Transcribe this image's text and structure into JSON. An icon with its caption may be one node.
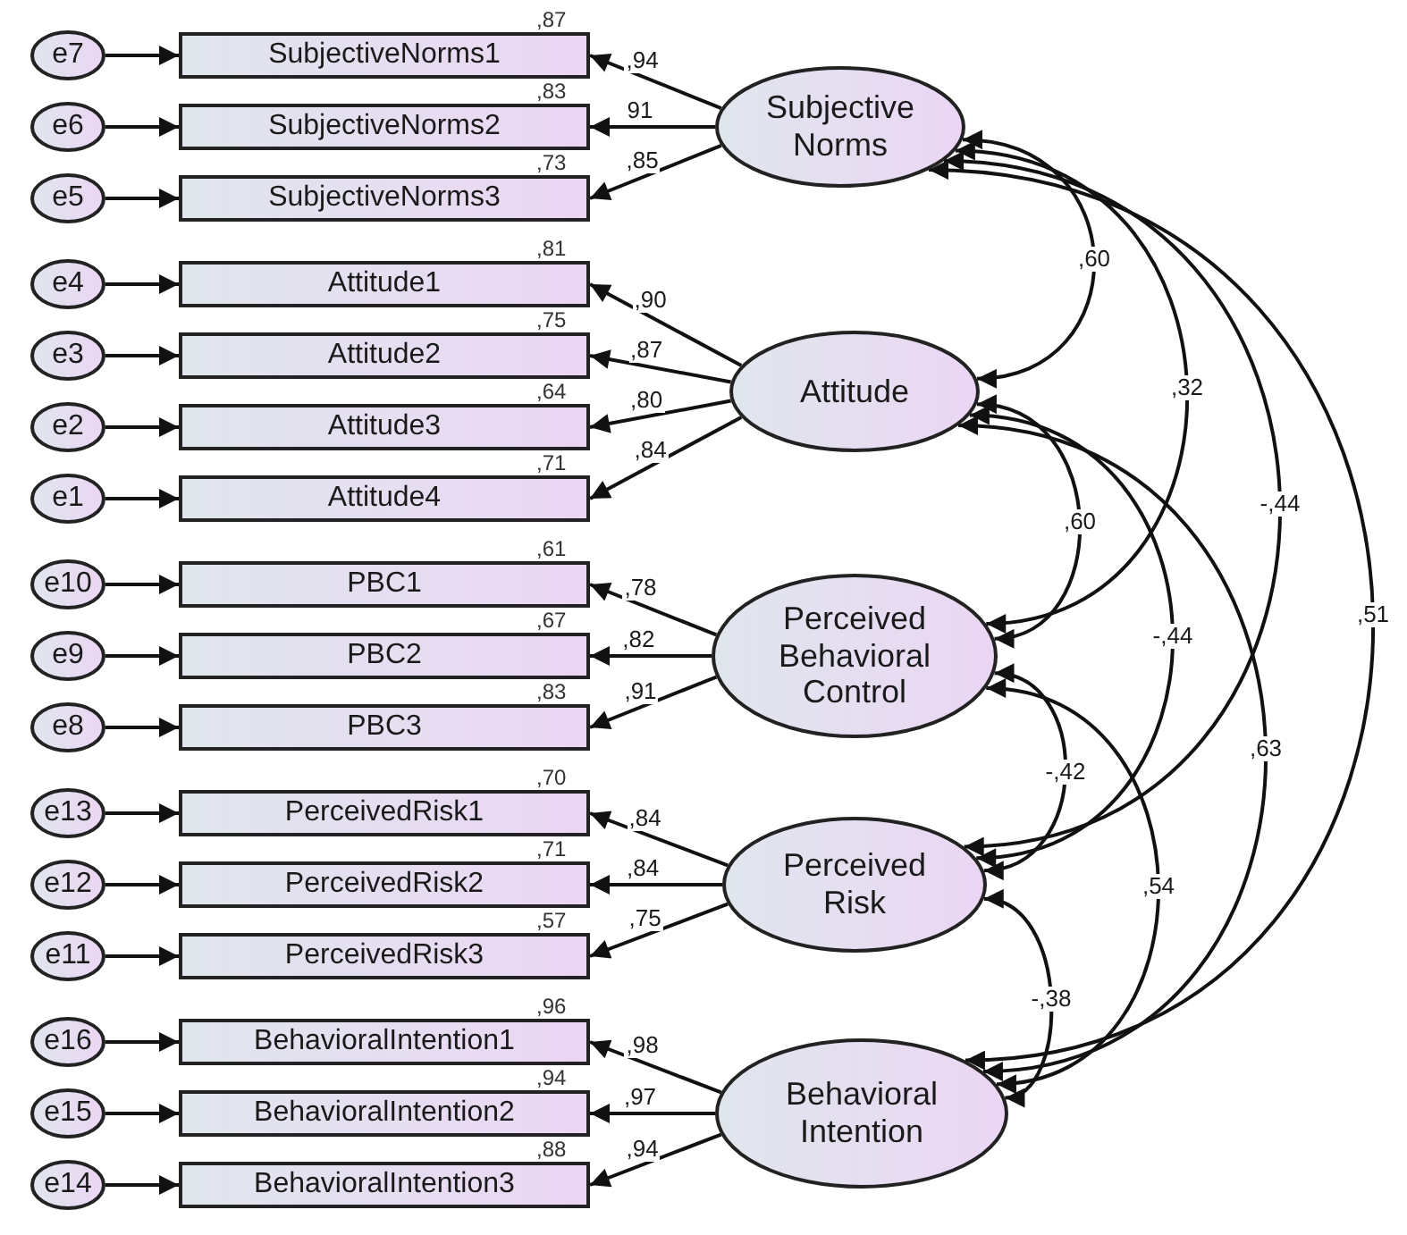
{
  "diagram": {
    "nodes": [
      {
        "text": [
          "Subjective Norms"
        ]
      },
      {
        "text": [
          "Attitude"
        ]
      },
      {
        "text": [
          "Perceived Behavioral Control"
        ]
      },
      {
        "text": [
          "Perceived Risk"
        ]
      },
      {
        "text": [
          "Behavioral Intention"
        ]
      },
      {
        "text": [
          "SubjectiveNorms1"
        ],
        "beside": [
          ",87"
        ]
      },
      {
        "text": [
          "SubjectiveNorms2"
        ],
        "beside": [
          ",83"
        ]
      },
      {
        "text": [
          "SubjectiveNorms3"
        ],
        "beside": [
          ",73"
        ]
      },
      {
        "text": [
          "Attitude1"
        ],
        "beside": [
          ",81"
        ]
      },
      {
        "text": [
          "Attitude2"
        ],
        "beside": [
          ",75"
        ]
      },
      {
        "text": [
          "Attitude3"
        ],
        "beside": [
          ",64"
        ]
      },
      {
        "text": [
          "Attitude4"
        ],
        "beside": [
          ",71"
        ]
      },
      {
        "text": [
          "PBC1"
        ],
        "beside": [
          ",61"
        ]
      },
      {
        "text": [
          "PBC2"
        ],
        "beside": [
          ",67"
        ]
      },
      {
        "text": [
          "PBC3"
        ],
        "beside": [
          ",83"
        ]
      },
      {
        "text": [
          "PerceivedRisk1"
        ],
        "beside": [
          ",70"
        ]
      },
      {
        "text": [
          "PerceivedRisk2"
        ],
        "beside": [
          ",71"
        ]
      },
      {
        "text": [
          "PerceivedRisk3"
        ],
        "beside": [
          ",57"
        ]
      },
      {
        "text": [
          "BehavioralIntention1"
        ],
        "beside": [
          ",96"
        ]
      },
      {
        "text": [
          "BehavioralIntention2"
        ],
        "beside": [
          ",94"
        ]
      },
      {
        "text": [
          "BehavioralIntention3"
        ],
        "beside": [
          ",88"
        ]
      },
      {
        "text": [
          "e7"
        ]
      },
      {
        "text": [
          "e6"
        ]
      },
      {
        "text": [
          "e5"
        ]
      },
      {
        "text": [
          "e4"
        ]
      },
      {
        "text": [
          "e3"
        ]
      },
      {
        "text": [
          "e2"
        ]
      },
      {
        "text": [
          "e1"
        ]
      },
      {
        "text": [
          "e10"
        ]
      },
      {
        "text": [
          "e9"
        ]
      },
      {
        "text": [
          "e8"
        ]
      },
      {
        "text": [
          "e13"
        ]
      },
      {
        "text": [
          "e12"
        ]
      },
      {
        "text": [
          "e11"
        ]
      },
      {
        "text": [
          "e16"
        ]
      },
      {
        "text": [
          "e15"
        ]
      },
      {
        "text": [
          "e14"
        ]
      }
    ],
    "edges": [
      {
        "from": 21,
        "to": 5,
        "arrow": "to"
      },
      {
        "from": 22,
        "to": 6,
        "arrow": "to"
      },
      {
        "from": 23,
        "to": 7,
        "arrow": "to"
      },
      {
        "from": 24,
        "to": 8,
        "arrow": "to"
      },
      {
        "from": 25,
        "to": 9,
        "arrow": "to"
      },
      {
        "from": 26,
        "to": 10,
        "arrow": "to"
      },
      {
        "from": 27,
        "to": 11,
        "arrow": "to"
      },
      {
        "from": 28,
        "to": 12,
        "arrow": "to"
      },
      {
        "from": 29,
        "to": 13,
        "arrow": "to"
      },
      {
        "from": 30,
        "to": 14,
        "arrow": "to"
      },
      {
        "from": 31,
        "to": 15,
        "arrow": "to"
      },
      {
        "from": 32,
        "to": 16,
        "arrow": "to"
      },
      {
        "from": 33,
        "to": 17,
        "arrow": "to"
      },
      {
        "from": 34,
        "to": 18,
        "arrow": "to"
      },
      {
        "from": 35,
        "to": 19,
        "arrow": "to"
      },
      {
        "from": 36,
        "to": 20,
        "arrow": "to"
      },
      {
        "from": 0,
        "to": 5,
        "arrow": "to",
        "label": ",94"
      },
      {
        "from": 0,
        "to": 6,
        "arrow": "to",
        "label": "91"
      },
      {
        "from": 0,
        "to": 7,
        "arrow": "to",
        "label": ",85"
      },
      {
        "from": 1,
        "to": 8,
        "arrow": "to",
        "label": ",90"
      },
      {
        "from": 1,
        "to": 9,
        "arrow": "to",
        "label": ",87"
      },
      {
        "from": 1,
        "to": 10,
        "arrow": "to",
        "label": ",80"
      },
      {
        "from": 1,
        "to": 11,
        "arrow": "to",
        "label": ",84"
      },
      {
        "from": 2,
        "to": 12,
        "arrow": "to",
        "label": ",78"
      },
      {
        "from": 2,
        "to": 13,
        "arrow": "to",
        "label": ",82"
      },
      {
        "from": 2,
        "to": 14,
        "arrow": "to",
        "label": ",91"
      },
      {
        "from": 3,
        "to": 15,
        "arrow": "to",
        "label": ",84"
      },
      {
        "from": 3,
        "to": 16,
        "arrow": "to",
        "label": ",84"
      },
      {
        "from": 3,
        "to": 17,
        "arrow": "to",
        "label": ",75"
      },
      {
        "from": 4,
        "to": 18,
        "arrow": "to",
        "label": ",98"
      },
      {
        "from": 4,
        "to": 19,
        "arrow": "to",
        "label": ",97"
      },
      {
        "from": 4,
        "to": 20,
        "arrow": "to",
        "label": ",94"
      },
      {
        "from": 0,
        "to": 1,
        "arrow": "both",
        "label": ",60"
      },
      {
        "from": 0,
        "to": 2,
        "arrow": "both",
        "label": ",32"
      },
      {
        "from": 0,
        "to": 3,
        "arrow": "both",
        "label": "-,44"
      },
      {
        "from": 0,
        "to": 4,
        "arrow": "both",
        "label": ",51"
      },
      {
        "from": 1,
        "to": 2,
        "arrow": "both",
        "label": ",60"
      },
      {
        "from": 1,
        "to": 3,
        "arrow": "both",
        "label": "-,44"
      },
      {
        "from": 1,
        "to": 4,
        "arrow": "both",
        "label": ",63"
      },
      {
        "from": 2,
        "to": 3,
        "arrow": "both",
        "label": "-,42"
      },
      {
        "from": 2,
        "to": 4,
        "arrow": "both",
        "label": ",54"
      },
      {
        "from": 3,
        "to": 4,
        "arrow": "both",
        "label": "-,38"
      }
    ]
  }
}
